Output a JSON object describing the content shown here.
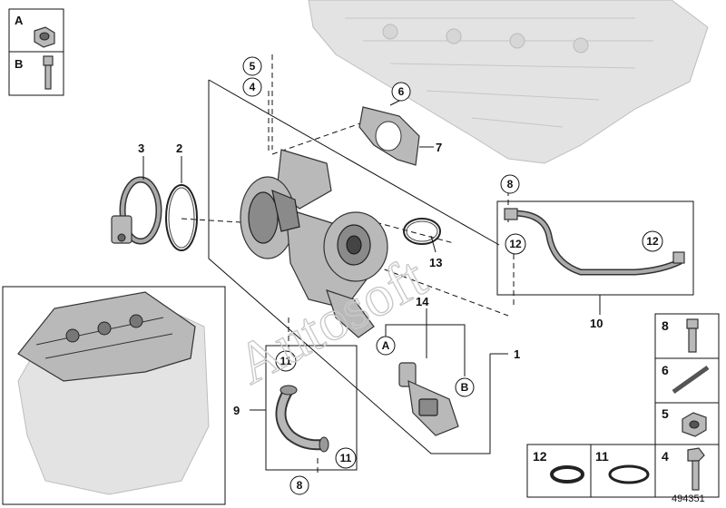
{
  "legend_top": {
    "A": "A",
    "B": "B"
  },
  "callouts": {
    "c1": "1",
    "c2": "2",
    "c3": "3",
    "c4": "4",
    "c5": "5",
    "c6": "6",
    "c7": "7",
    "c8": "8",
    "c9": "9",
    "c10": "10",
    "c11": "11",
    "c12": "12",
    "c13": "13",
    "c14": "14"
  },
  "circle_refs": {
    "r5": "5",
    "r4": "4",
    "r6": "6",
    "r8_top": "8",
    "r12_left": "12",
    "r12_right": "12",
    "r11_top": "11",
    "r11_bottom": "11",
    "r8_bottom": "8",
    "rA": "A",
    "rB": "B"
  },
  "legend_right": {
    "i8": "8",
    "i6": "6",
    "i5": "5",
    "i4": "4"
  },
  "legend_bottom": {
    "i12": "12",
    "i11": "11"
  },
  "watermark": "Autosoft",
  "image_id": "494351"
}
